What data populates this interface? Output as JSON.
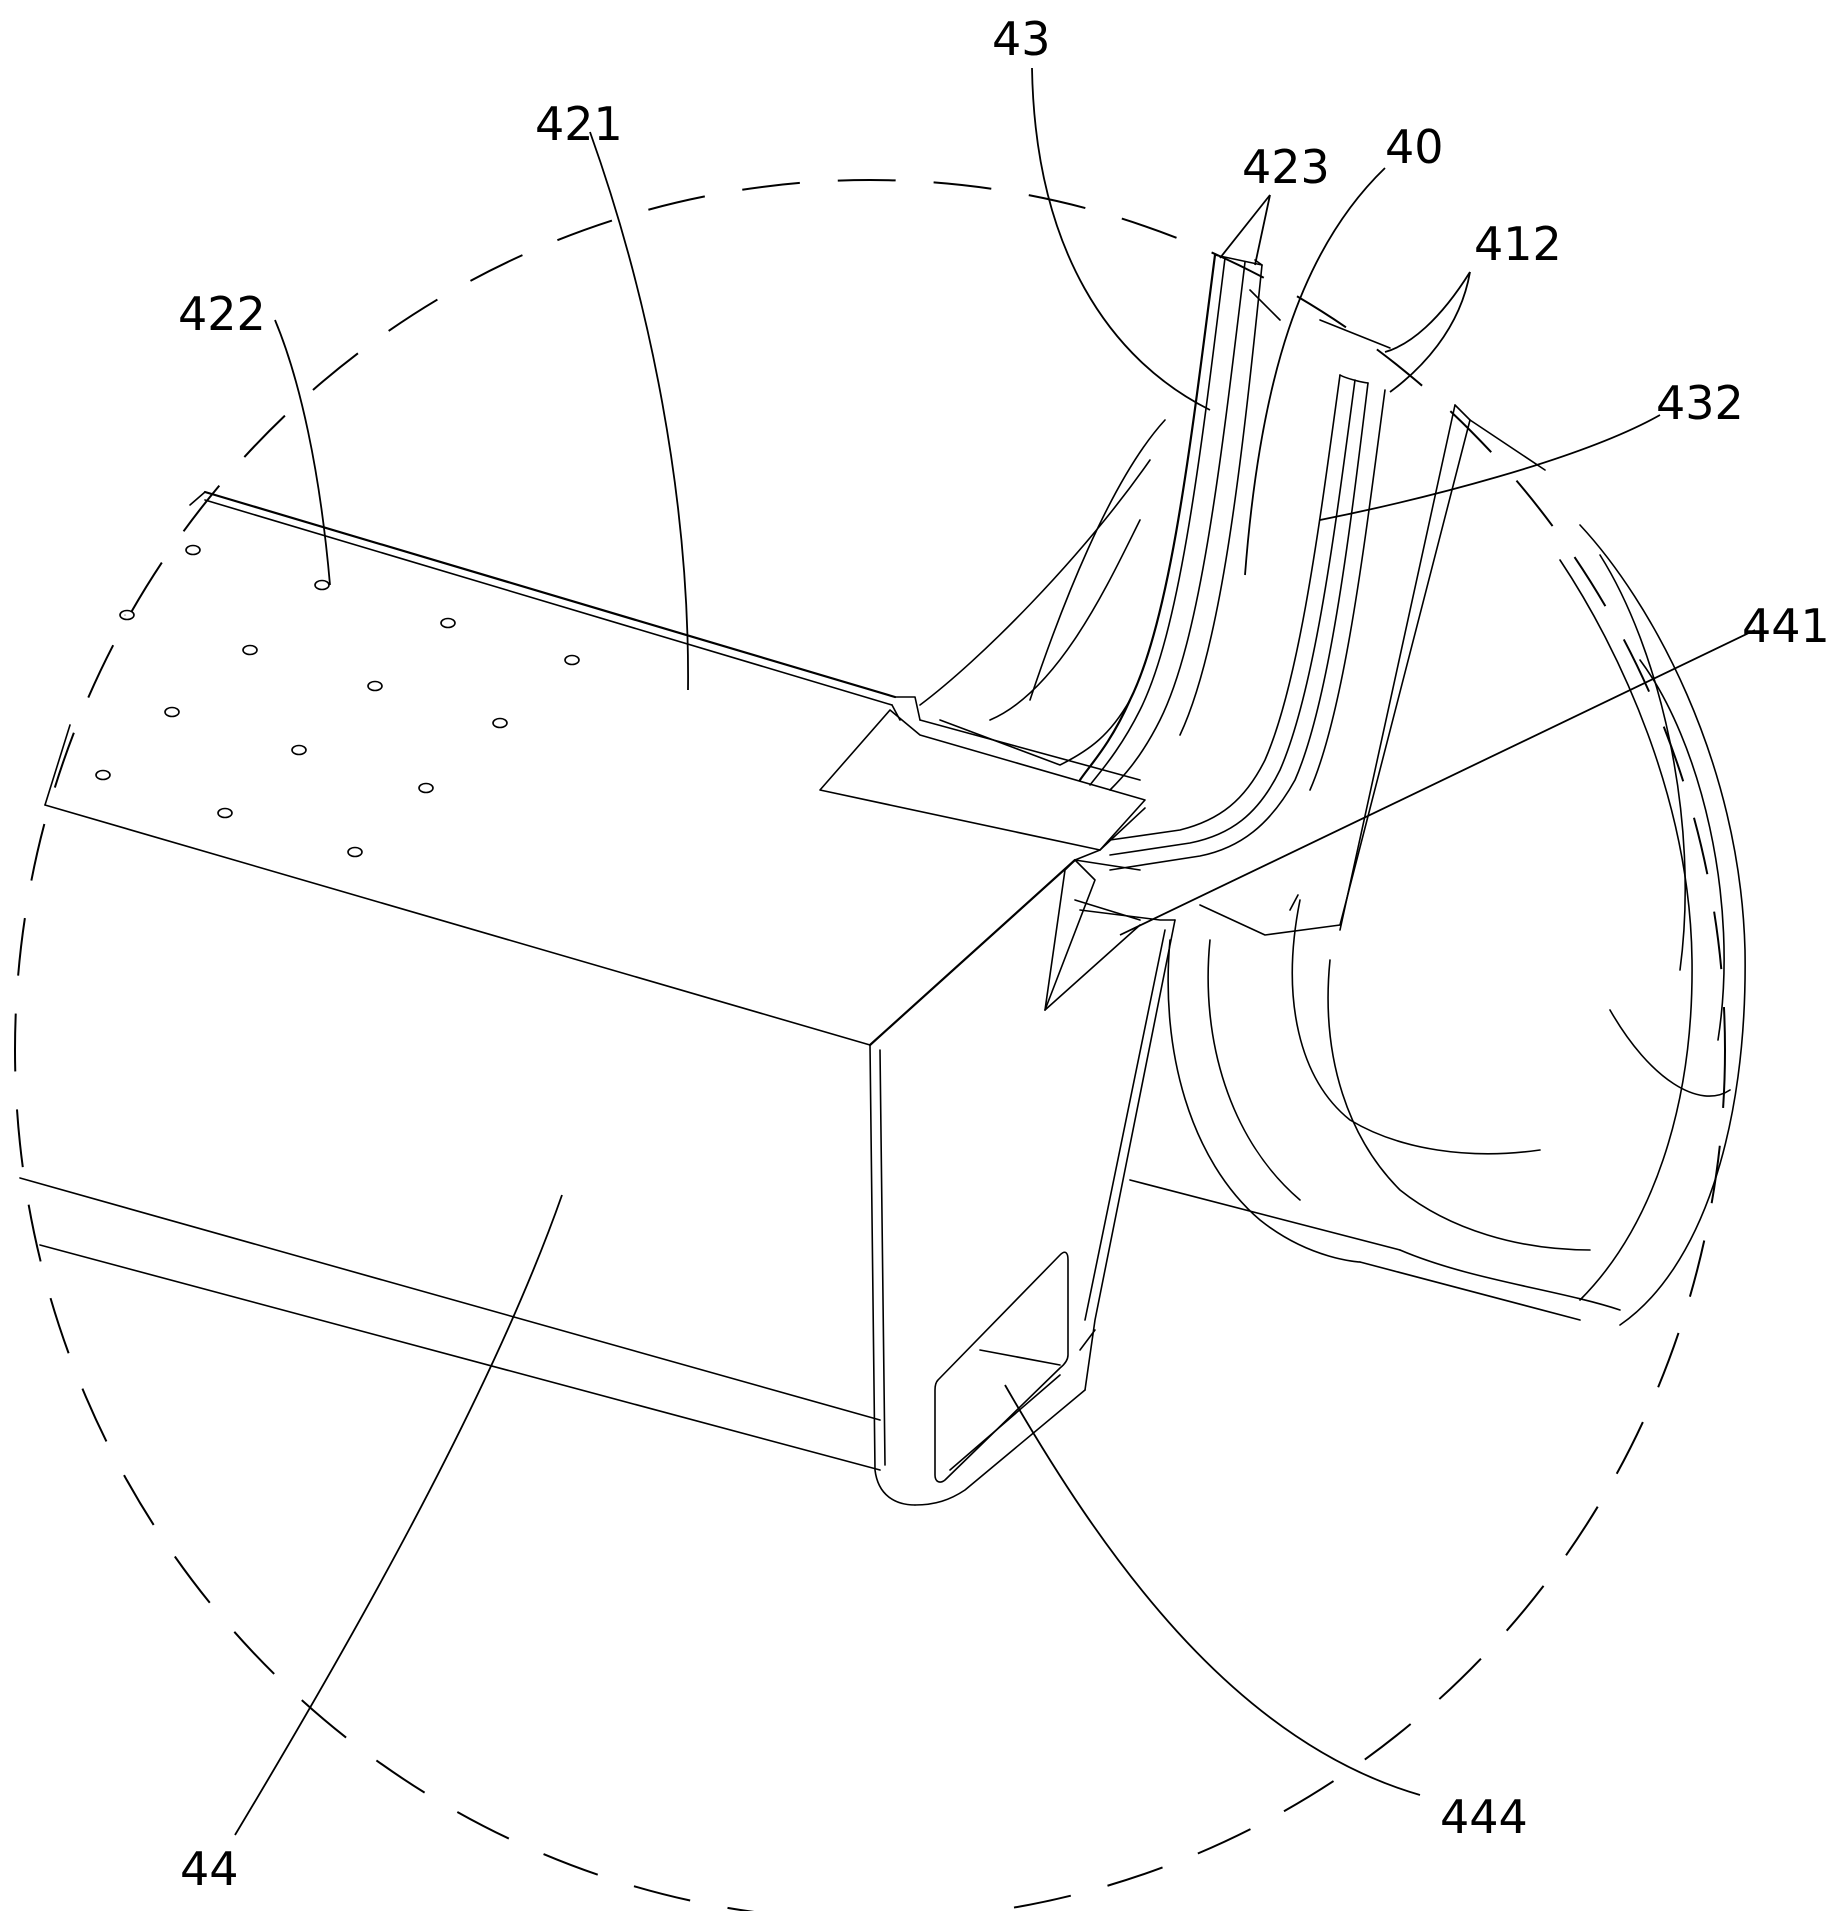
{
  "labels": {
    "l43": "43",
    "l421": "421",
    "l423": "423",
    "l40": "40",
    "l412": "412",
    "l432": "432",
    "l422": "422",
    "l441": "441",
    "l44": "44",
    "l444": "444"
  }
}
